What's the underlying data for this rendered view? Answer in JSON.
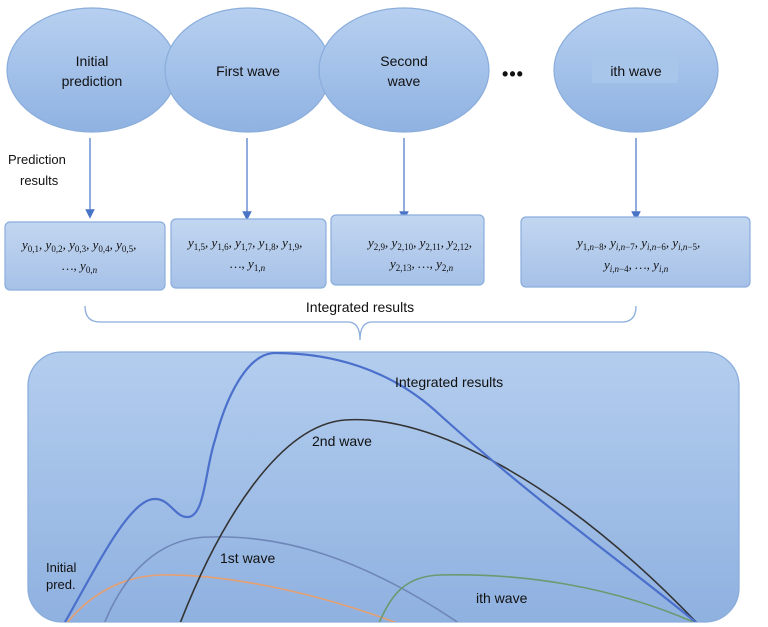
{
  "stages": [
    {
      "label_lines": [
        "Initial",
        "prediction"
      ]
    },
    {
      "label_lines": [
        "First wave"
      ]
    },
    {
      "label_lines": [
        "Second",
        "wave"
      ]
    },
    {
      "label_lines": [
        "ith wave"
      ]
    }
  ],
  "ellipsis": "•••",
  "prediction_results_lines": [
    "Prediction",
    "results"
  ],
  "integrated_results_label": "Integrated results",
  "curve_labels": {
    "integrated": "Integrated results",
    "second_wave": "2nd wave",
    "first_wave": "1st wave",
    "initial_lines": [
      "Initial",
      "pred."
    ],
    "ith_wave": "ith wave"
  },
  "colors": {
    "ellipse_fill": "#9dbde6",
    "box_fill": "#b2cbec",
    "panel_fill": "#a6c2e8",
    "outline": "#8aaddc",
    "arrow": "#4a74c6",
    "integrated_curve": "#4b70cc",
    "second_wave_curve": "#333333",
    "first_wave_curve": "#6f87b8",
    "initial_curve": "#e6a070",
    "ith_wave_curve": "#6a9a70",
    "integrated_text": "#1f4ea8",
    "second_text": "#111111",
    "first_text": "#1f4ea8",
    "initial_text": "#e8c060",
    "ith_text": "#2f8a44"
  }
}
